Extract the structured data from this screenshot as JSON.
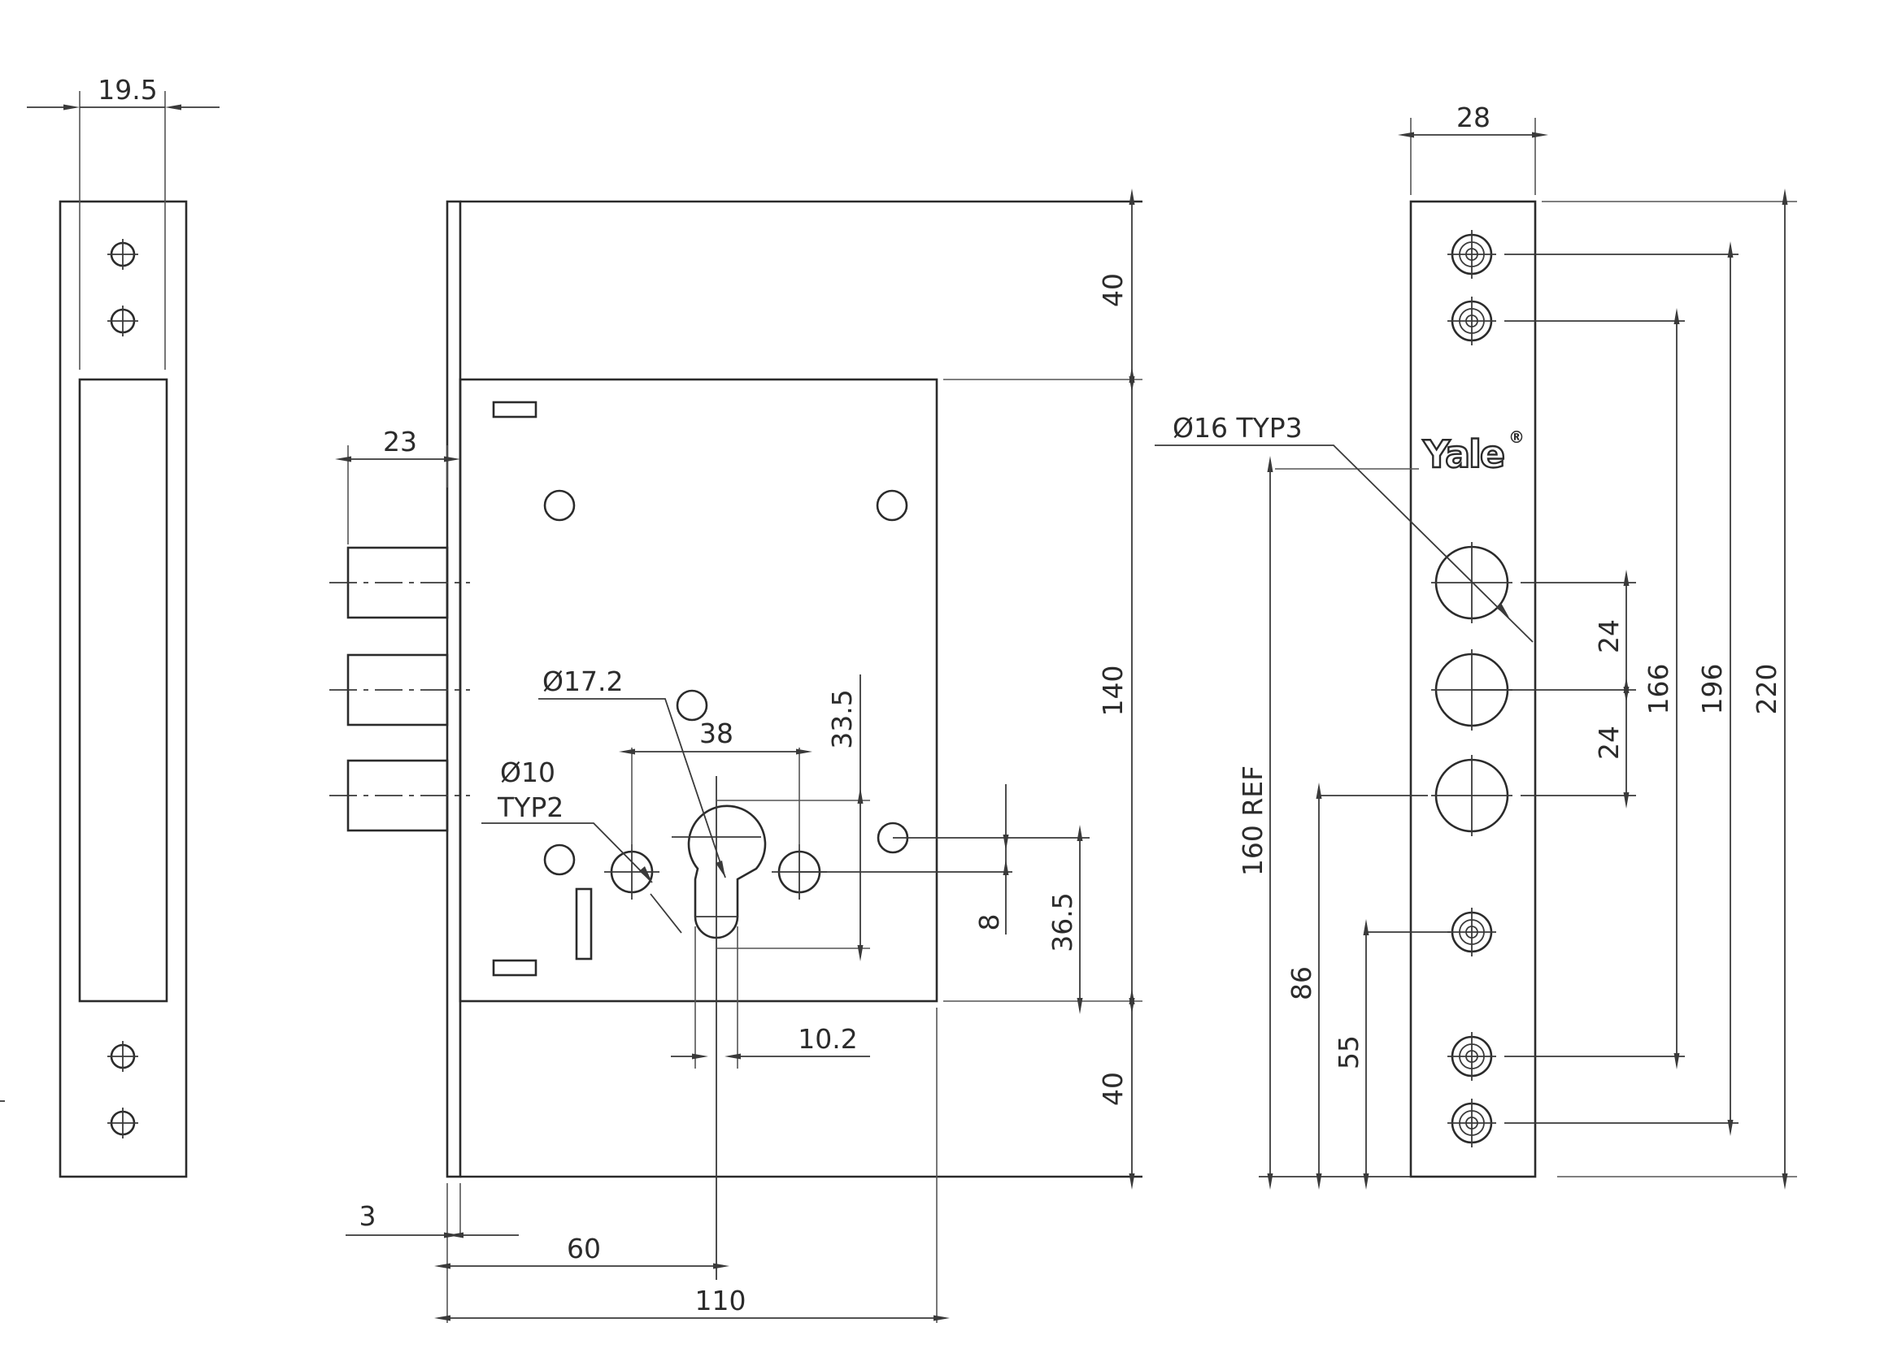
{
  "dimensions": {
    "faceplate_width": "19.5",
    "backset_bolt": "23",
    "case_top": "40",
    "case_mid": "140",
    "case_bottom": "40",
    "cylinder_diameter": "Ø17.2",
    "spindle_distance": "38",
    "height_33_5": "33.5",
    "hole_diameter_line1": "Ø10",
    "hole_diameter_line2": "TYP2",
    "offset_8": "8",
    "height_36_5": "36.5",
    "width_10_2": "10.2",
    "plate_thickness": "3",
    "backset_60": "60",
    "case_depth_110": "110",
    "strike_width_28": "28",
    "strike_hole_diameter": "Ø16 TYP3",
    "spacing_24_a": "24",
    "spacing_24_b": "24",
    "span_166": "166",
    "span_196": "196",
    "span_220": "220",
    "ref_160": "160 REF",
    "height_86": "86",
    "height_55": "55"
  },
  "brand": {
    "logo_text": "Yale",
    "logo_mark": "®"
  }
}
